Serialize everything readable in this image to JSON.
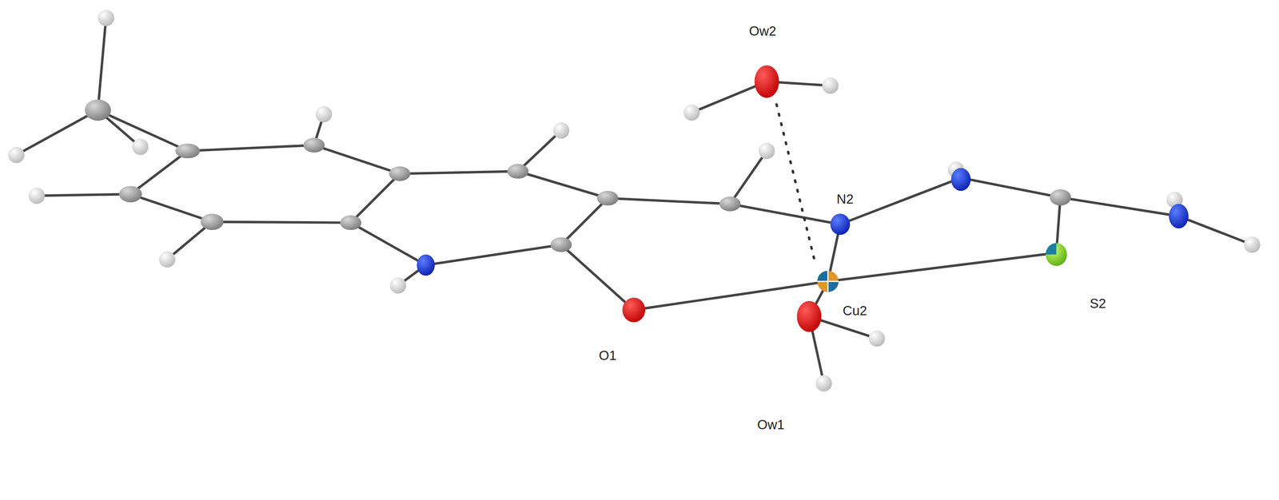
{
  "diagram": {
    "labels": [
      "Ow2",
      "N2",
      "O1",
      "Cu2",
      "S2",
      "Ow1"
    ]
  }
}
